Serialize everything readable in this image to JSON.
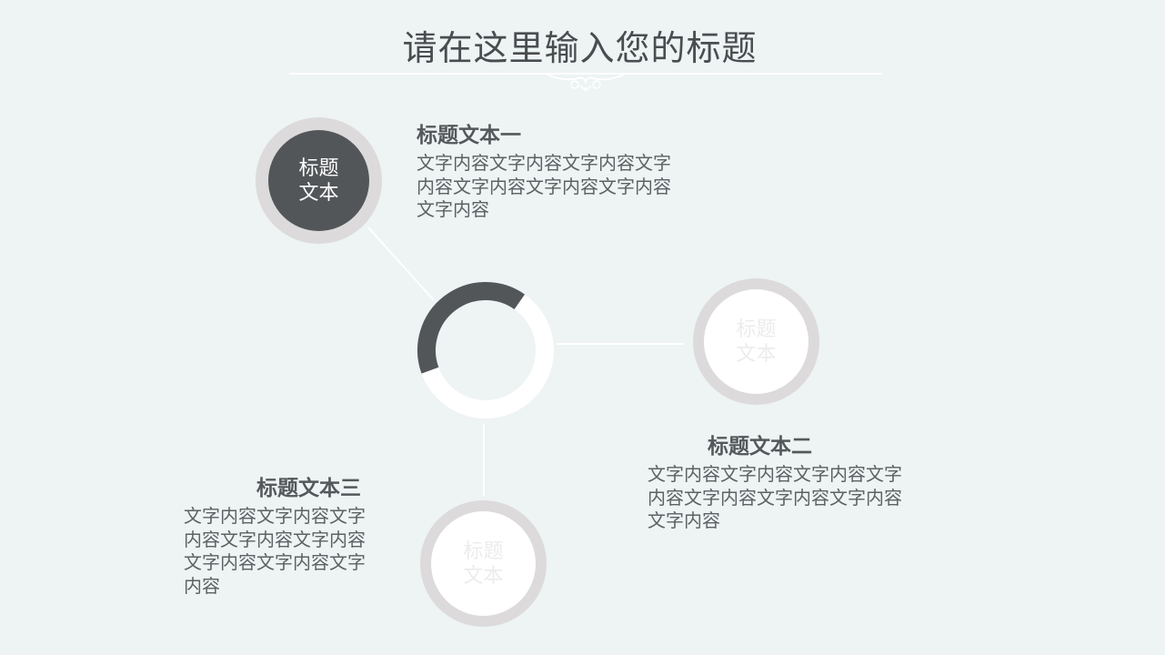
{
  "slide": {
    "title": "请在这里输入您的标题",
    "colors": {
      "background": "#eef3f3",
      "dark": "#535659",
      "ring": "#dcdadb",
      "light": "#ffffff"
    }
  },
  "nodes": [
    {
      "label_line1": "标题",
      "label_line2": "文本",
      "heading": "标题文本一",
      "body": "文字内容文字内容文字内容文字内容文字内容文字内容文字内容文字内容",
      "active": true
    },
    {
      "label_line1": "标题",
      "label_line2": "文本",
      "heading": "标题文本二",
      "body": "文字内容文字内容文字内容文字内容文字内容文字内容文字内容文字内容",
      "active": false
    },
    {
      "label_line1": "标题",
      "label_line2": "文本",
      "heading": "标题文本三",
      "body": "文字内容文字内容文字内容文字内容文字内容文字内容文字内容文字内容",
      "active": false
    }
  ]
}
